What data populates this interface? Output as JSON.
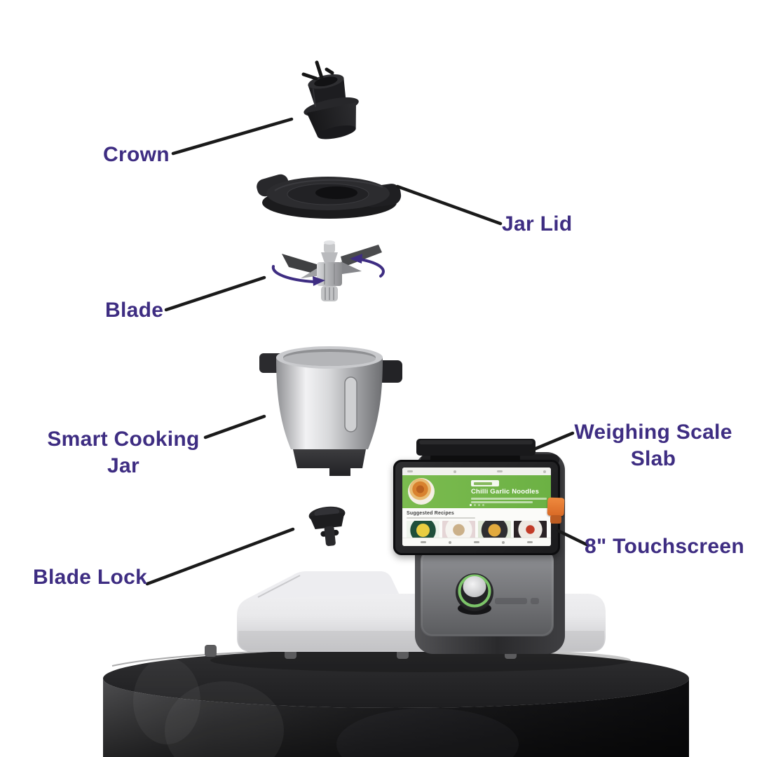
{
  "callouts": {
    "crown": {
      "label": "Crown"
    },
    "jar_lid": {
      "label": "Jar Lid"
    },
    "blade": {
      "label": "Blade"
    },
    "smart_cooking_jar": {
      "label_line1": "Smart Cooking",
      "label_line2": "Jar"
    },
    "blade_lock": {
      "label": "Blade Lock"
    },
    "weighing_scale_slab": {
      "label_line1": "Weighing Scale",
      "label_line2": "Slab"
    },
    "touchscreen": {
      "label": "8\" Touchscreen"
    }
  },
  "device_screen": {
    "featured_recipe": {
      "title": "Chilli Garlic Noodles"
    },
    "suggested_recipes_heading": "Suggested Recipes",
    "thumbnail_icons": [
      "rice-bowl-photo",
      "noodle-plate-photo",
      "curry-pan-photo",
      "tomato-plate-photo"
    ],
    "carousel_dot_count": 4
  },
  "colors": {
    "label_purple": "#3e2d82",
    "leader_line_black": "#1a1a1a",
    "banner_green": "#72b548",
    "knob_ring_green": "#7cc469",
    "clip_orange": "#e3752f"
  }
}
